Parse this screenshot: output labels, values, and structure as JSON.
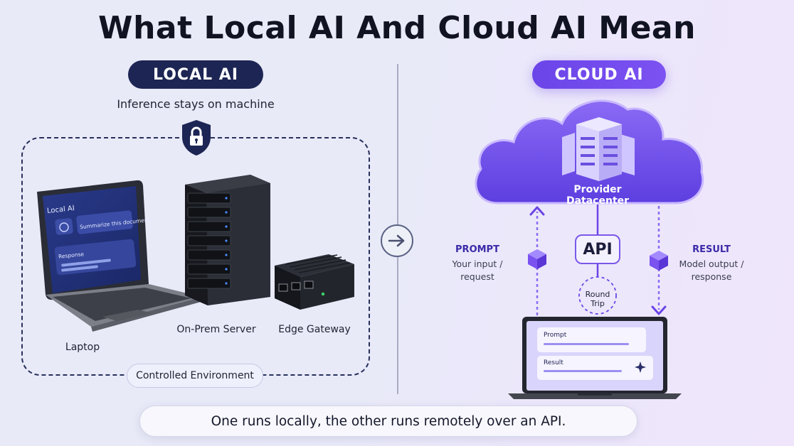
{
  "title": "What Local AI And Cloud AI Mean",
  "local": {
    "badge": "LOCAL AI",
    "subtitle": "Inference stays on machine",
    "laptop_label": "Laptop",
    "server_label": "On-Prem Server",
    "gateway_label": "Edge Gateway",
    "environment_label": "Controlled Environment",
    "screen": {
      "app_title": "Local AI",
      "prompt_text": "Summarize this document.",
      "response_label": "Response"
    }
  },
  "cloud": {
    "badge": "CLOUD AI",
    "datacenter_label": "Provider Datacenter",
    "api_label": "API",
    "round_trip": [
      "Round",
      "Trip"
    ],
    "prompt": {
      "title": "PROMPT",
      "lines": [
        "Your input /",
        "request"
      ]
    },
    "result": {
      "title": "RESULT",
      "lines": [
        "Model output /",
        "response"
      ]
    },
    "screen": {
      "prompt_label": "Prompt",
      "result_label": "Result"
    }
  },
  "footer": "One runs locally, the other runs remotely over an API.",
  "colors": {
    "navy": "#1d2554",
    "purple": "#6b45e8",
    "background": "#e9eaf7"
  }
}
